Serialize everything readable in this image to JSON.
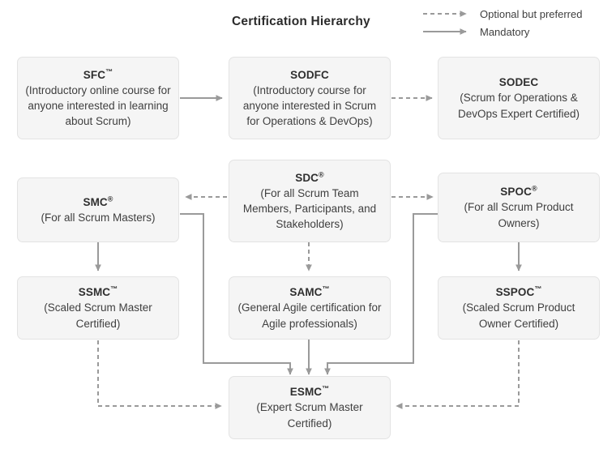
{
  "title": "Certification Hierarchy",
  "legend": {
    "optional": {
      "label": "Optional but preferred",
      "style": "dashed",
      "color": "#8c8c8c"
    },
    "mandatory": {
      "label": "Mandatory",
      "style": "solid",
      "color": "#8c8c8c"
    }
  },
  "colors": {
    "node_fill": "#f5f5f5",
    "node_border": "#e3e3e3",
    "edge": "#8c8c8c",
    "text": "#3d3d3d",
    "title": "#2b2b2b"
  },
  "nodes": [
    {
      "id": "sfc",
      "title": "SFC",
      "mark": "™",
      "desc": "(Introductory online course for anyone interested in learning about Scrum)"
    },
    {
      "id": "sodfc",
      "title": "SODFC",
      "mark": "",
      "desc": "(Introductory course for anyone interested in Scrum for Operations & DevOps)"
    },
    {
      "id": "sodec",
      "title": "SODEC",
      "mark": "",
      "desc": "(Scrum for Operations & DevOps Expert Certified)"
    },
    {
      "id": "smc",
      "title": "SMC",
      "mark": "®",
      "desc": "(For all Scrum Masters)"
    },
    {
      "id": "sdc",
      "title": "SDC",
      "mark": "®",
      "desc": "(For all Scrum Team Members, Participants, and Stakeholders)"
    },
    {
      "id": "spoc",
      "title": "SPOC",
      "mark": "®",
      "desc": "(For all Scrum Product Owners)"
    },
    {
      "id": "ssmc",
      "title": "SSMC",
      "mark": "™",
      "desc": "(Scaled Scrum Master Certified)"
    },
    {
      "id": "samc",
      "title": "SAMC",
      "mark": "™",
      "desc": "(General Agile certification for Agile professionals)"
    },
    {
      "id": "sspoc",
      "title": "SSPOC",
      "mark": "™",
      "desc": "(Scaled Scrum Product Owner Certified)"
    },
    {
      "id": "esmc",
      "title": "ESMC",
      "mark": "™",
      "desc": "(Expert Scrum Master Certified)"
    }
  ],
  "edges": [
    {
      "from": "sfc",
      "to": "sodfc",
      "type": "mandatory"
    },
    {
      "from": "sodfc",
      "to": "sodec",
      "type": "optional"
    },
    {
      "from": "sdc",
      "to": "smc",
      "type": "optional"
    },
    {
      "from": "sdc",
      "to": "spoc",
      "type": "optional"
    },
    {
      "from": "sdc",
      "to": "samc",
      "type": "optional"
    },
    {
      "from": "smc",
      "to": "ssmc",
      "type": "mandatory"
    },
    {
      "from": "spoc",
      "to": "sspoc",
      "type": "mandatory"
    },
    {
      "from": "smc",
      "to": "esmc",
      "type": "mandatory"
    },
    {
      "from": "spoc",
      "to": "esmc",
      "type": "mandatory"
    },
    {
      "from": "samc",
      "to": "esmc",
      "type": "mandatory"
    },
    {
      "from": "ssmc",
      "to": "esmc",
      "type": "optional"
    },
    {
      "from": "sspoc",
      "to": "esmc",
      "type": "optional"
    }
  ]
}
